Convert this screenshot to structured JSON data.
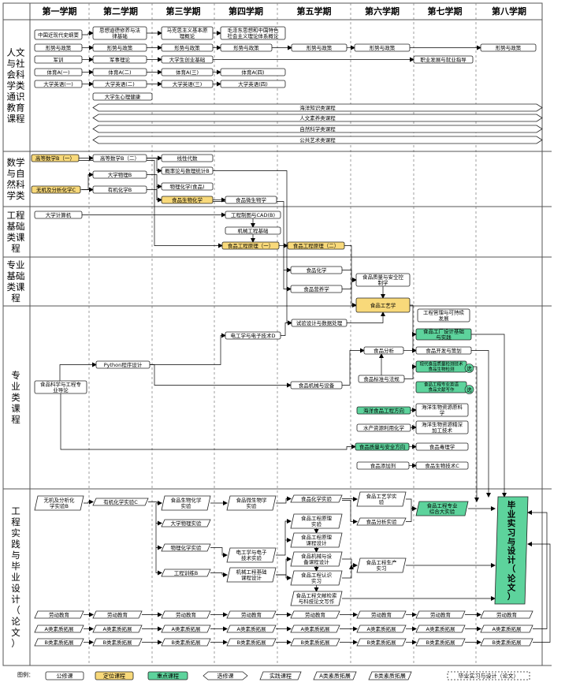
{
  "semesters": [
    "第一学期",
    "第二学期",
    "第三学期",
    "第四学期",
    "第五学期",
    "第六学期",
    "第七学期",
    "第八学期"
  ],
  "categories": [
    {
      "id": "c1",
      "lines": [
        "人文",
        "与社",
        "会科",
        "学类",
        "通识",
        "教育",
        "课程"
      ]
    },
    {
      "id": "c2",
      "lines": [
        "数学",
        "与自",
        "然科",
        "学类"
      ]
    },
    {
      "id": "c3",
      "lines": [
        "工程",
        "基础",
        "类课",
        "程"
      ]
    },
    {
      "id": "c4",
      "lines": [
        "专业",
        "基础",
        "类课",
        "程"
      ]
    },
    {
      "id": "c5",
      "lines": [
        "专",
        "业",
        "类",
        "课",
        "程"
      ]
    },
    {
      "id": "c6",
      "lines": [
        "工",
        "程",
        "实",
        "践",
        "与",
        "毕",
        "业",
        "设",
        "计",
        "（",
        "论",
        "文",
        "）"
      ]
    }
  ],
  "nodes": {
    "zgjd": [
      "中国近现代史纲要"
    ],
    "sxdd": [
      "思想道德修养与法",
      "律基础"
    ],
    "mks": [
      "马克思主义基本原",
      "理概论"
    ],
    "mzd": [
      "毛泽东思想和中国特色",
      "社会主义理论体系概论"
    ],
    "xs1": [
      "形势与政策"
    ],
    "xs2": [
      "形势与政策"
    ],
    "xs3": [
      "形势与政策"
    ],
    "xs4": [
      "形势与政策"
    ],
    "xs5": [
      "形势与政策"
    ],
    "xs6": [
      "形势与政策"
    ],
    "xs8": [
      "形势与政策"
    ],
    "junxun": [
      "军训"
    ],
    "junshi": [
      "军事理论"
    ],
    "chuangye": [
      "大学生创业基础"
    ],
    "zhiye": [
      "职业发展与就业指导"
    ],
    "ty1": [
      "体育A(一)"
    ],
    "ty2": [
      "体育A(二)"
    ],
    "ty3": [
      "体育A(三)"
    ],
    "ty4": [
      "体育A(四)"
    ],
    "yy1": [
      "大学英语(一)"
    ],
    "yy2": [
      "大学英语(二)"
    ],
    "yy3": [
      "大学英语(三)"
    ],
    "yy4": [
      "大学英语(四)"
    ],
    "xinli": [
      "大学生心理健康"
    ],
    "hy": [
      "海洋知识类课程"
    ],
    "rw": [
      "人文素养类课程"
    ],
    "zr": [
      "自然科学类课程"
    ],
    "gg": [
      "公共艺术类课程"
    ],
    "gs1": [
      "高等数学B（一）"
    ],
    "gs2": [
      "高等数学B（二）"
    ],
    "xxds": [
      "线性代数"
    ],
    "gll": [
      "概率论与数理统计B"
    ],
    "dxwl": [
      "大学物理B"
    ],
    "wjfx": [
      "无机及分析化学C"
    ],
    "yjhx": [
      "有机化学B"
    ],
    "wlhx": [
      "物理化学(食品)"
    ],
    "spsh": [
      "食品生物化学"
    ],
    "spws": [
      "食品微生物学"
    ],
    "jsj": [
      "大学计算机"
    ],
    "gczt": [
      "工程制图与CAD(B)"
    ],
    "jxgc": [
      "机械工程基础"
    ],
    "gy1": [
      "食品工程原理（一）"
    ],
    "gy2": [
      "食品工程原理（二）"
    ],
    "sphx": [
      "食品化学"
    ],
    "spyy": [
      "食品营养学"
    ],
    "zlaq": [
      "食品质量与安全控",
      "制学"
    ],
    "spgy": [
      "食品工艺学"
    ],
    "gcgl": [
      "工程管理与可持续",
      "发展"
    ],
    "gcsj": [
      "食品工厂设计基础",
      "与实践"
    ],
    "kfpj": [
      "食品开发与策划"
    ],
    "hxyy": [
      "现代食品质量检测技术",
      "食品生物检测"
    ],
    "zsys": [
      "食品工程专业英语",
      "食品文献写作"
    ],
    "syfx": [
      "试验设计与数据处理"
    ],
    "dgdz": [
      "电工学与电子技术D"
    ],
    "python": [
      "Python程序设计"
    ],
    "spfx": [
      "食品分析"
    ],
    "bzfg": [
      "食品标准与法规"
    ],
    "jxsb": [
      "食品机械与设备"
    ],
    "dl": [
      "食品科学与工程专",
      "业导论"
    ],
    "hyfx": [
      "海洋食品工程方向"
    ],
    "hyzy": [
      "海洋生物资源原料",
      "学"
    ],
    "sczy": [
      "水产资源利用化学"
    ],
    "hyjg": [
      "海洋生物资源精深",
      "加工技术"
    ],
    "aqfx": [
      "食品质量与安全方向"
    ],
    "spzl": [
      "食品毒理学"
    ],
    "tjj": [
      "食品添加剂"
    ],
    "swjs": [
      "食品生物技术C"
    ],
    "wjsy": [
      "无机及分析化",
      "学实验B"
    ],
    "yjsy": [
      "有机化学实验C"
    ],
    "shsy": [
      "食品生物化学",
      "实验"
    ],
    "wssy": [
      "食品微生物学",
      "实验"
    ],
    "hxsy": [
      "食品化学实验"
    ],
    "gysy": [
      "食品工艺学实",
      "验"
    ],
    "zhsy": [
      "食品工程专业",
      "综合大实验"
    ],
    "fxsy": [
      "食品分析实验"
    ],
    "yljsy": [
      "食品工程原理",
      "实验"
    ],
    "kcsj": [
      "食品工程原理",
      "课程设计"
    ],
    "sbsj": [
      "食品机械与设",
      "备课程设计"
    ],
    "rsxs": [
      "食品工程认识",
      "实习"
    ],
    "scsx": [
      "食品工程生产",
      "实习"
    ],
    "wlsy": [
      "大学物理实验"
    ],
    "whsy": [
      "物理化学实验"
    ],
    "dgsy": [
      "电工学与电子",
      "技术实验"
    ],
    "jxsj": [
      "机械工程基础",
      "课程设计"
    ],
    "gcxl": [
      "工程训练B"
    ],
    "xzyd": [
      "食品工程文献检索",
      "与科技论文写作"
    ],
    "biye": [
      "毕",
      "业",
      "实",
      "习",
      "与",
      "设",
      "计",
      "（",
      "论",
      "文",
      "）"
    ],
    "ld": [
      "劳动教育"
    ],
    "ak": [
      "A类素质拓展"
    ],
    "bk": [
      "B类素质拓展"
    ],
    "liang": [
      "选"
    ],
    "liang2": [
      "选"
    ]
  },
  "legend": {
    "title": "图例：",
    "items": [
      "公修课",
      "定位课程",
      "重点课程",
      "选修课",
      "实践课程",
      "A类素质拓展",
      "B类素质拓展",
      "毕业实习与设计（论文）"
    ]
  }
}
